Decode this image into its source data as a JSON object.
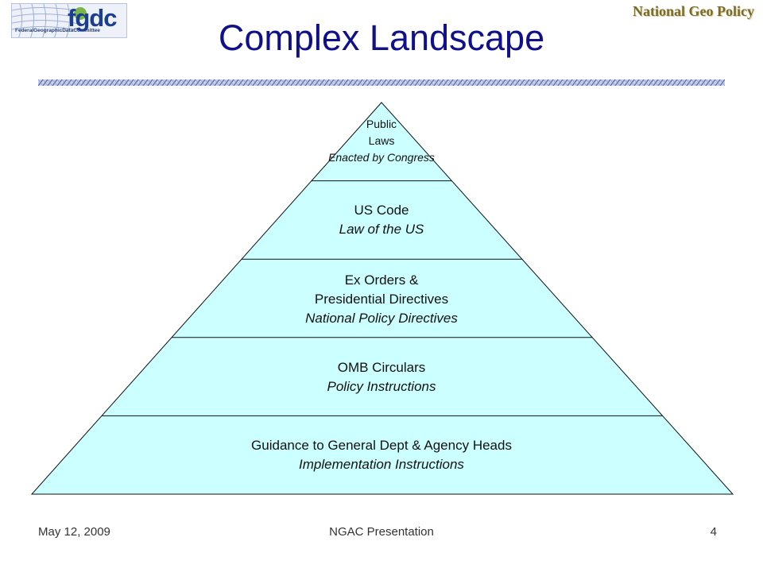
{
  "header": {
    "logo_left_text": "fgdc",
    "logo_left_subtext": "FederalGeographicDataCommittee",
    "logo_right_text": "National Geo Policy",
    "title": "Complex Landscape"
  },
  "pyramid": {
    "levels": [
      {
        "lines": [
          "Public",
          "Laws"
        ],
        "italic": "Enacted by Congress"
      },
      {
        "lines": [
          "US Code"
        ],
        "italic": "Law of the US"
      },
      {
        "lines": [
          "Ex Orders &",
          "Presidential Directives"
        ],
        "italic": "National Policy Directives"
      },
      {
        "lines": [
          "OMB Circulars"
        ],
        "italic": "Policy Instructions"
      },
      {
        "lines": [
          "Guidance to General Dept & Agency Heads"
        ],
        "italic": "Implementation Instructions"
      }
    ],
    "fill_color": "#ccffff",
    "stroke_color": "#111111"
  },
  "footer": {
    "date": "May 12, 2009",
    "center": "NGAC Presentation",
    "page": "4"
  }
}
